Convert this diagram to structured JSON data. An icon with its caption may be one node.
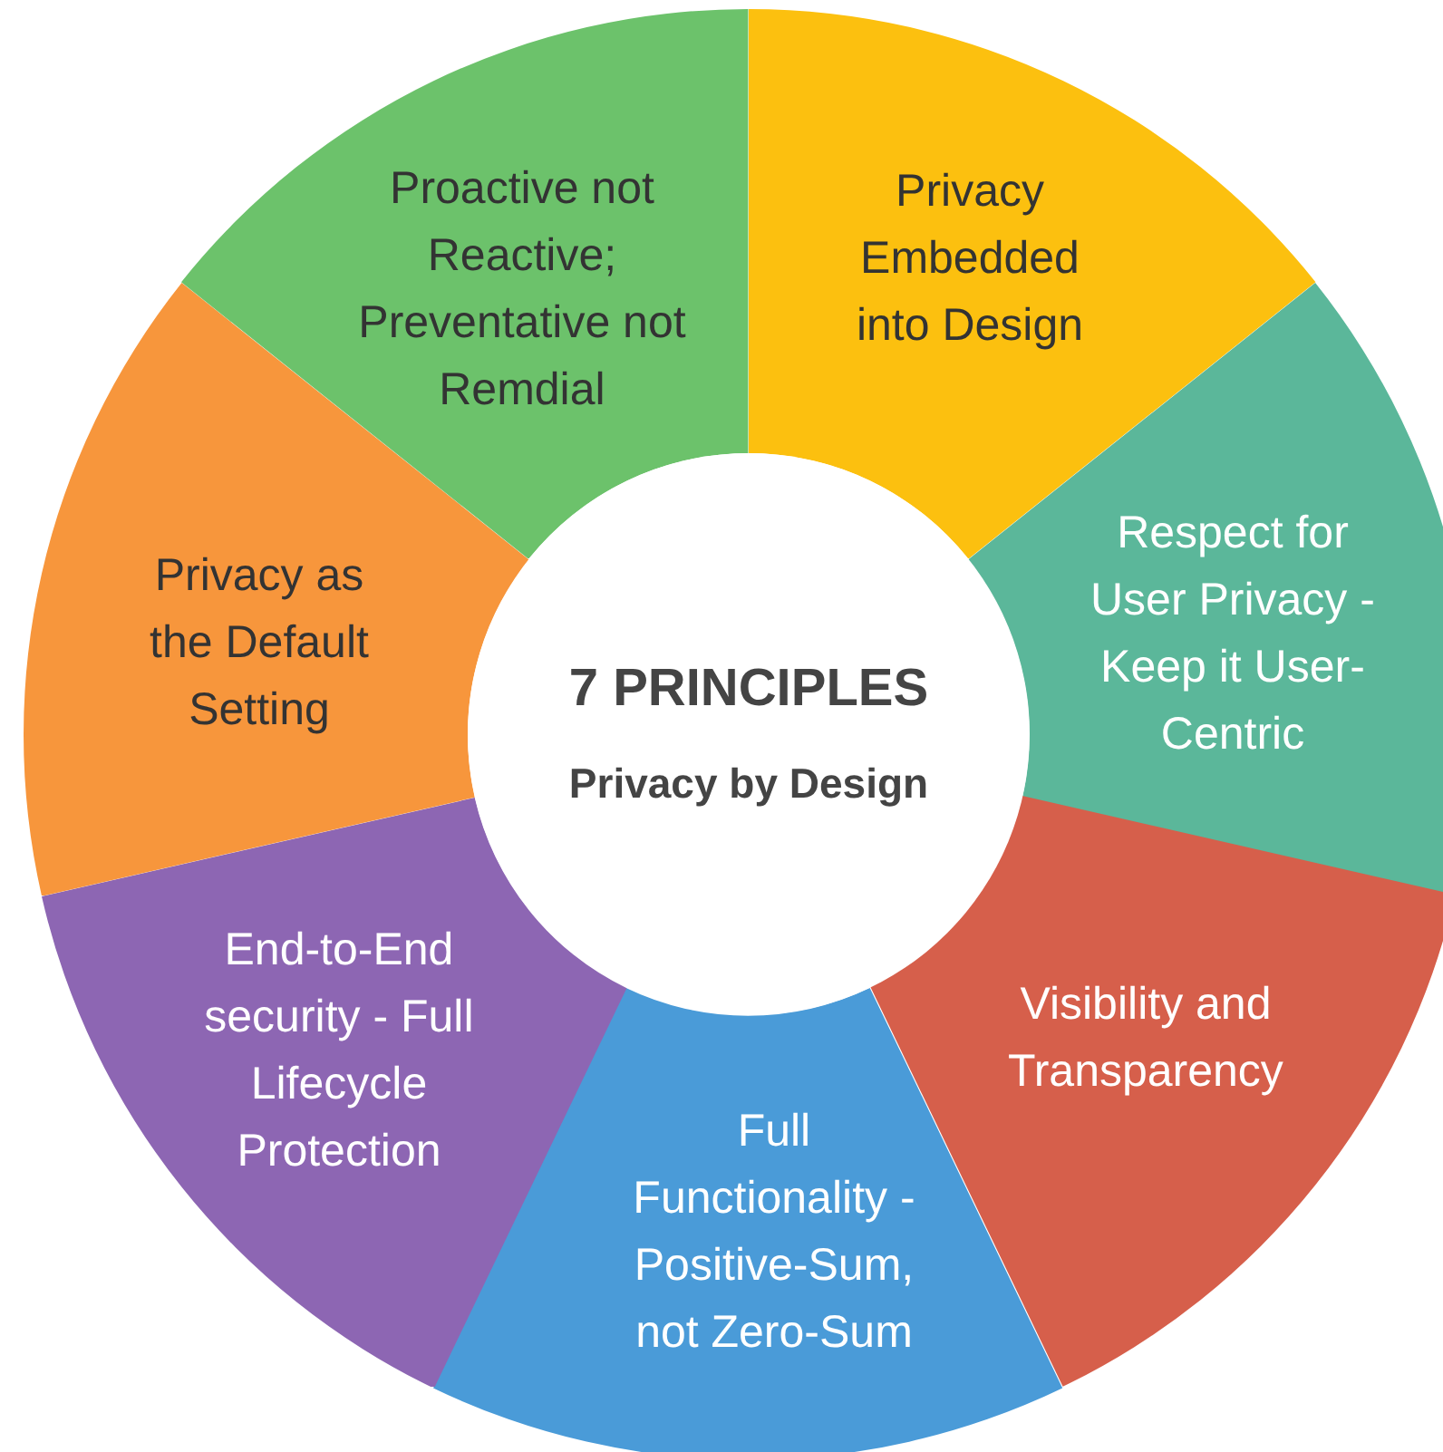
{
  "diagram": {
    "nodes": [
      {
        "text": [
          "7 PRINCIPLES",
          "Privacy by Design"
        ]
      },
      {
        "text": [
          "Privacy Embedded into Design"
        ]
      },
      {
        "text": [
          "Respect for User Privacy - Keep it User-Centric"
        ]
      },
      {
        "text": [
          "Visibility and Transparency"
        ]
      },
      {
        "text": [
          "Full Functionality - Positive-Sum, not Zero-Sum"
        ]
      },
      {
        "text": [
          "End-to-End security - Full Lifecycle Protection"
        ]
      },
      {
        "text": [
          "Privacy as the Default Setting"
        ]
      },
      {
        "text": [
          "Proactive not Reactive; Preventative not Remdial"
        ]
      }
    ],
    "edges": []
  }
}
